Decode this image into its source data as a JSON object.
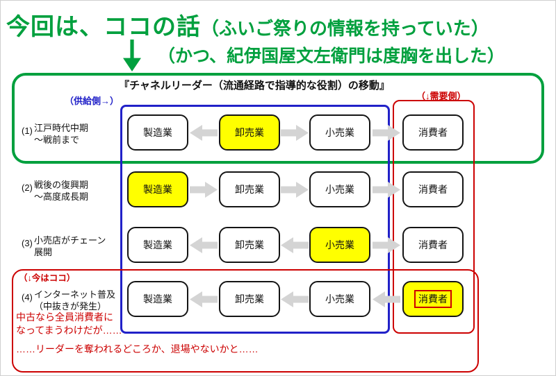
{
  "colors": {
    "green": "#00a03e",
    "blue": "#2121c8",
    "red": "#cc0000",
    "yellow": "#ffff00",
    "arrow-gray": "#d4d4d4",
    "box-border": "#141414"
  },
  "header": {
    "line1_main": "今回は、ココの話",
    "line1_paren": "（ふいご祭りの情報を持っていた）",
    "line2": "（かつ、紀伊国屋文左衛門は度胸を出した）"
  },
  "diagram": {
    "title": "『チャネルリーダー（流通経路で指導的な役割）の移動』",
    "supply_label": "（供給側→）",
    "demand_label": "（↓需要側）",
    "now_here_label": "（↓今はココ）",
    "rows": [
      {
        "num": "(1)",
        "label1": "江戸時代中期",
        "label2": "～戦前まで",
        "boxes": [
          {
            "label": "製造業",
            "hl": "no"
          },
          {
            "label": "卸売業",
            "hl": "yes"
          },
          {
            "label": "小売業",
            "hl": "no"
          },
          {
            "label": "消費者",
            "hl": "no"
          }
        ],
        "arrows": [
          "left",
          "right",
          "right"
        ]
      },
      {
        "num": "(2)",
        "label1": "戦後の復興期",
        "label2": "～高度成長期",
        "boxes": [
          {
            "label": "製造業",
            "hl": "yes"
          },
          {
            "label": "卸売業",
            "hl": "no"
          },
          {
            "label": "小売業",
            "hl": "no"
          },
          {
            "label": "消費者",
            "hl": "no"
          }
        ],
        "arrows": [
          "right",
          "right",
          "right"
        ]
      },
      {
        "num": "(3)",
        "label1": "小売店がチェーン",
        "label2": "展開",
        "boxes": [
          {
            "label": "製造業",
            "hl": "no"
          },
          {
            "label": "卸売業",
            "hl": "no"
          },
          {
            "label": "小売業",
            "hl": "yes"
          },
          {
            "label": "消費者",
            "hl": "no"
          }
        ],
        "arrows": [
          "left",
          "left",
          "right"
        ]
      },
      {
        "num": "(4)",
        "label1": "インターネット普及",
        "label2": "（中抜きが発生）",
        "boxes": [
          {
            "label": "製造業",
            "hl": "no"
          },
          {
            "label": "卸売業",
            "hl": "no"
          },
          {
            "label": "小売業",
            "hl": "no"
          },
          {
            "label": "消費者",
            "hl": "yes-red"
          }
        ],
        "arrows": [
          "left",
          "left",
          "left"
        ]
      }
    ]
  },
  "footer": {
    "note1_line1": "中古なら全員消費者に",
    "note1_line2": "なってまうわけだが……",
    "note2": "……リーダーを奪われるどころか、退場やないかと……"
  }
}
